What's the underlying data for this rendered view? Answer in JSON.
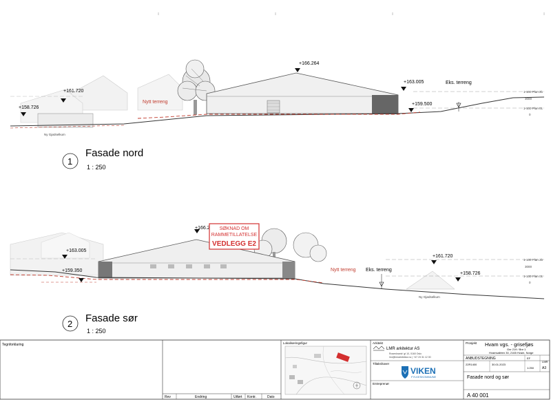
{
  "north": {
    "number": "1",
    "title": "Fasade nord",
    "scale": "1 : 250",
    "levels": [
      "+166.264",
      "+161.720",
      "+158.726",
      "+163.005",
      "+159.500"
    ],
    "terrain_new": "Nytt terreng",
    "terrain_existing": "Eks. terreng",
    "ground": "Ny Gjødselkum",
    "right_labels": [
      "1-100 Plan 2b",
      "3000",
      "1-100 Plan 01",
      "0"
    ]
  },
  "south": {
    "number": "2",
    "title": "Fasade sør",
    "scale": "1 : 250",
    "levels": [
      "+166.264",
      "+163.005",
      "+159.350",
      "+161.720",
      "+158.726"
    ],
    "terrain_new": "Nytt terreng",
    "terrain_existing": "Eks. terreng",
    "ground": "Ny Gjødselkum",
    "right_labels": [
      "1-100 Plan 2b",
      "3000",
      "1-100 Plan 01",
      "0"
    ]
  },
  "stamp": {
    "line1": "SØKNAD OM",
    "line2": "RAMMETILLATELSE",
    "line3": "VEDLEGG E2",
    "color": "#d32f2f"
  },
  "titleblock": {
    "legend_label": "Tegnforklaring",
    "rev_headers": [
      "Rev",
      "Endring",
      "Utført",
      "Kontr.",
      "Dato"
    ],
    "location_label": "Lokaliseringsfigur",
    "architect_label": "Arkitekt",
    "architect_name": "LMR arkitektur AS",
    "architect_addr": "Rosenkrantz' gt 10, 0160 Oslo",
    "architect_contact": "lmr@lmrarkitektur.no | +47 23 31 12 00",
    "client_label": "Tiltakshaver",
    "client_logo": "VIKEN",
    "client_sub": "FYLKESKOMMUNE",
    "contractor_label": "Entreprenør",
    "project_label": "Prosjekt",
    "project_name": "Hvam vgs. - grisefjøs",
    "project_line2": "Gnr 219 / Bnr 1",
    "project_line3": "Hvamsalléen 30, 2165 Hvam, Norge",
    "phase": "ANBUDSTEGNING",
    "meta": [
      "22R1400",
      "30.01.2023",
      "1:250"
    ],
    "meta_right": [
      "EF",
      "LMR",
      "A3"
    ],
    "drawing_title": "Fasade nord og sør",
    "drawing_no": "A 40 001",
    "brand_color": "#1b6fb5"
  }
}
